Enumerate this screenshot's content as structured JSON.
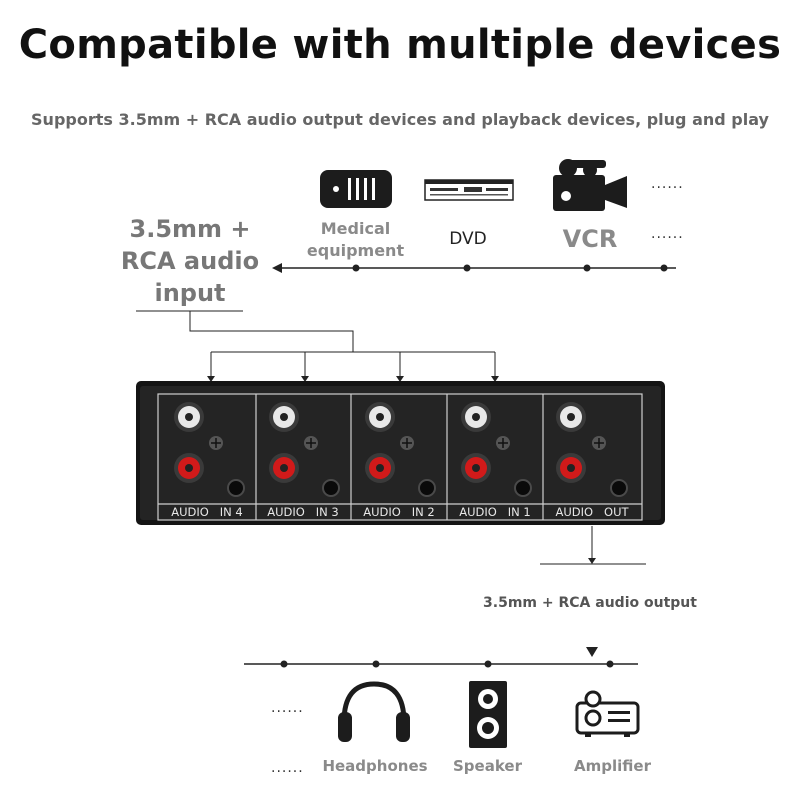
{
  "header": {
    "title": "Compatible with multiple devices",
    "subtitle": "Supports 3.5mm + RCA audio output devices and playback devices, plug and play"
  },
  "input": {
    "label_lines": [
      "3.5mm +",
      "RCA audio",
      "input"
    ],
    "devices": [
      {
        "name": "Medical equipment",
        "icon": "medical-equipment-icon"
      },
      {
        "name": "DVD",
        "icon": "dvd-player-icon"
      },
      {
        "name": "VCR",
        "icon": "video-camera-icon"
      }
    ],
    "more": "......"
  },
  "switcher": {
    "ports": [
      "AUDIO   IN 4",
      "AUDIO   IN 3",
      "AUDIO   IN 2",
      "AUDIO   IN 1",
      "AUDIO   OUT"
    ]
  },
  "output": {
    "label": "3.5mm + RCA audio output",
    "devices": [
      {
        "name": "Headphones",
        "icon": "headphones-icon"
      },
      {
        "name": "Speaker",
        "icon": "speaker-icon"
      },
      {
        "name": "Amplifier",
        "icon": "amplifier-icon"
      }
    ],
    "more": "......"
  },
  "colors": {
    "device_body": "#1c1c1c",
    "rca_white": "#e8e8e8",
    "rca_red": "#d11a1a",
    "label_gray": "#8a8a8a"
  }
}
